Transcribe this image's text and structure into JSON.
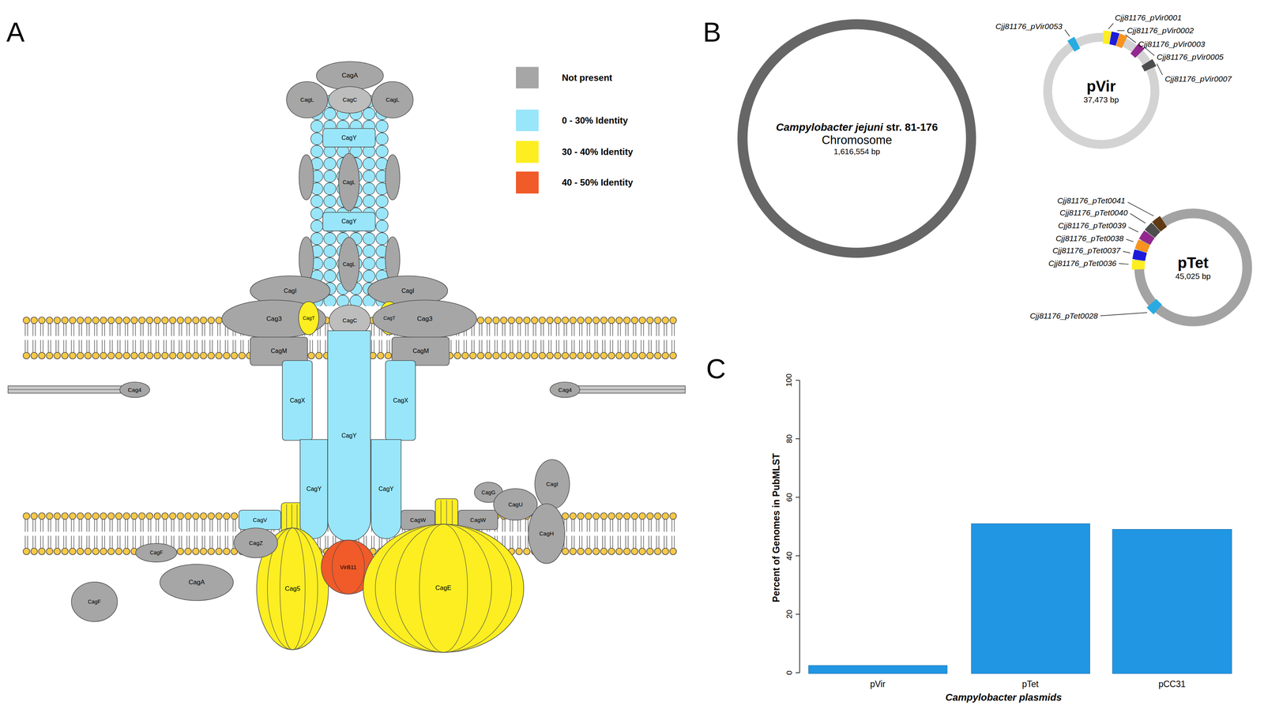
{
  "diagram": {
    "nodes": [
      {
        "text": [
          "CagA"
        ]
      },
      {
        "text": [
          "CagL"
        ]
      },
      {
        "text": [
          "CagC"
        ]
      },
      {
        "text": [
          "CagL"
        ]
      },
      {
        "text": [
          "CagY"
        ]
      },
      {
        "text": [
          "CagL"
        ]
      },
      {
        "text": [
          "CagY"
        ]
      },
      {
        "text": [
          "CagL"
        ]
      },
      {
        "text": [
          "CagI"
        ]
      },
      {
        "text": [
          "CagI"
        ]
      },
      {
        "text": [
          "Cag3"
        ]
      },
      {
        "text": [
          "CagT"
        ]
      },
      {
        "text": [
          "CagC"
        ]
      },
      {
        "text": [
          "CagT"
        ]
      },
      {
        "text": [
          "Cag3"
        ]
      },
      {
        "text": [
          "CagM"
        ]
      },
      {
        "text": [
          "CagM"
        ]
      },
      {
        "text": [
          "Cag4"
        ]
      },
      {
        "text": [
          "CagX"
        ]
      },
      {
        "text": [
          "CagY"
        ]
      },
      {
        "text": [
          "CagX"
        ]
      },
      {
        "text": [
          "Cag4"
        ]
      },
      {
        "text": [
          "CagY"
        ]
      },
      {
        "text": [
          "CagY"
        ]
      },
      {
        "text": [
          "CagV"
        ]
      },
      {
        "text": [
          "CagW"
        ]
      },
      {
        "text": [
          "CagW"
        ]
      },
      {
        "text": [
          "CagG"
        ]
      },
      {
        "text": [
          "CagI"
        ]
      },
      {
        "text": [
          "CagU"
        ]
      },
      {
        "text": [
          "CagH"
        ]
      },
      {
        "text": [
          "Cag5"
        ]
      },
      {
        "text": [
          "VirB11"
        ]
      },
      {
        "text": [
          "CagE"
        ]
      },
      {
        "text": [
          "CagZ"
        ]
      },
      {
        "text": [
          "CagF"
        ]
      },
      {
        "text": [
          "CagA"
        ]
      },
      {
        "text": [
          "CagF"
        ]
      },
      {
        "text": [
          "Campylobacter jejuni",
          "str. 81-176",
          "Chromosome",
          "1,616,554 bp"
        ]
      },
      {
        "text": [
          "pVir",
          "37,473 bp"
        ]
      },
      {
        "text": [
          "pTet",
          "45,025 bp"
        ]
      }
    ],
    "labels": [
      "A",
      "B",
      "C",
      "Cjj81176_pVir0053",
      "Cjj81176_pVir0001",
      "Cjj81176_pVir0002",
      "Cjj81176_pVir0003",
      "Cjj81176_pVir0005",
      "Cjj81176_pVir0007",
      "Cjj81176_pTet0041",
      "Cjj81176_pTet0040",
      "Cjj81176_pTet0039",
      "Cjj81176_pTet0038",
      "Cjj81176_pTet0037",
      "Cjj81176_pTet0036",
      "Cjj81176_pTet0028",
      "0",
      "20",
      "40",
      "60",
      "80",
      "100",
      "Percent of Genomes in PubMLST",
      "pVir",
      "pTet",
      "pCC31",
      "Campylobacter plasmids"
    ],
    "legend": [
      {
        "text": "Not present",
        "color": "#a6a6a6"
      },
      {
        "text": "0 - 30% Identity",
        "color": "#99e6fb"
      },
      {
        "text": "30 - 40% Identity",
        "color": "#fcee21"
      },
      {
        "text": "40 - 50% Identity",
        "color": "#f15a29"
      }
    ]
  }
}
